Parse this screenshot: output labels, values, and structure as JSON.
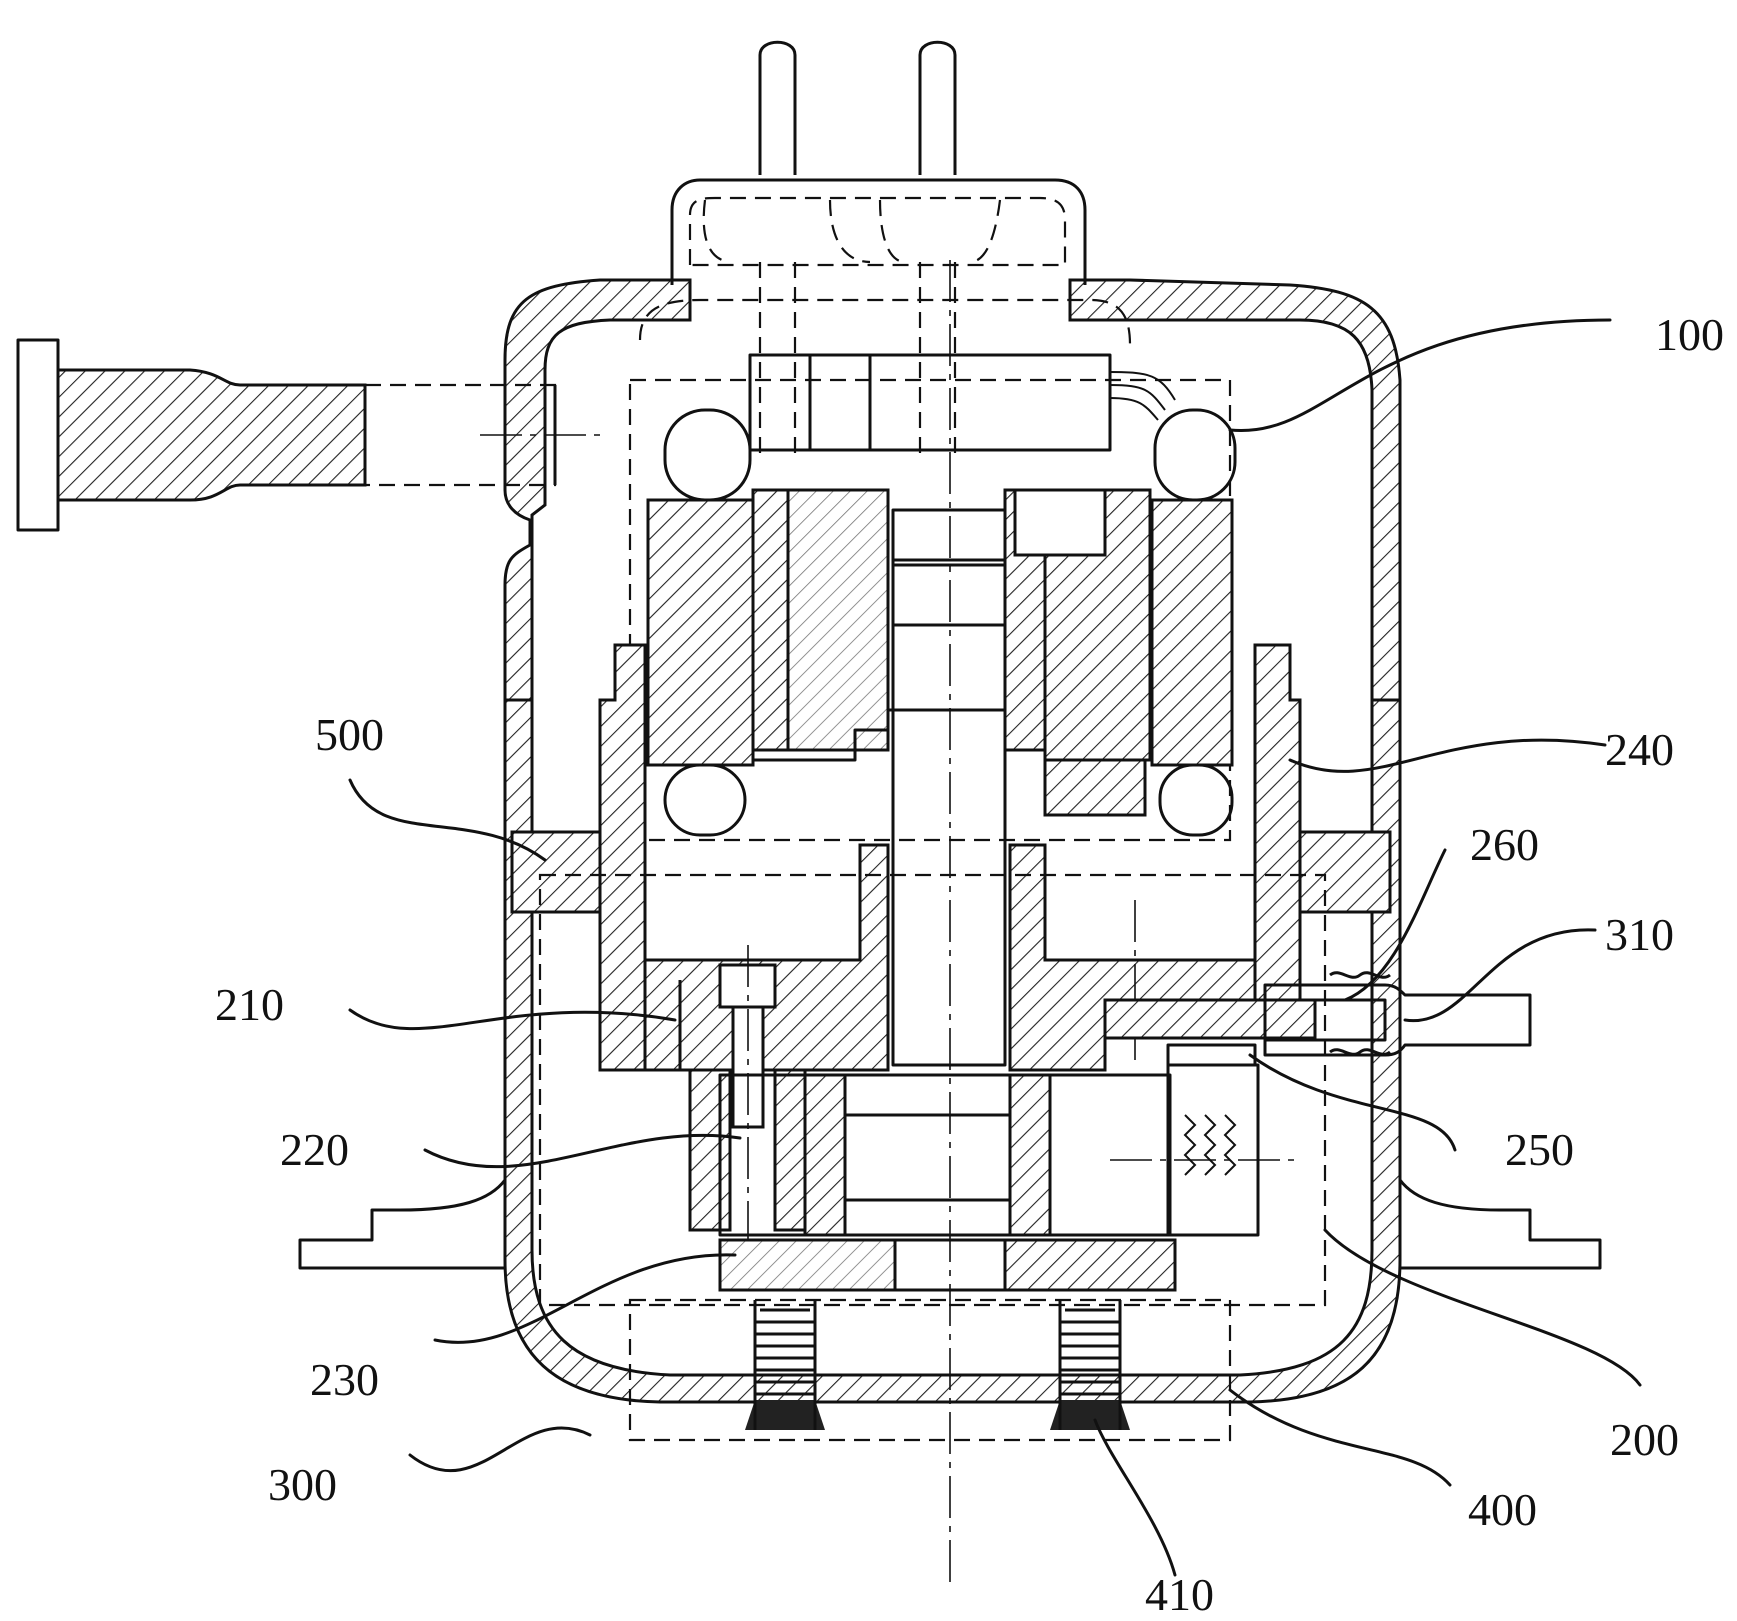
{
  "labels": {
    "l100": "100",
    "l240": "240",
    "l500": "500",
    "l260": "260",
    "l310": "310",
    "l210": "210",
    "l250": "250",
    "l220": "220",
    "l230": "230",
    "l200": "200",
    "l300": "300",
    "l400": "400",
    "l410": "410"
  }
}
